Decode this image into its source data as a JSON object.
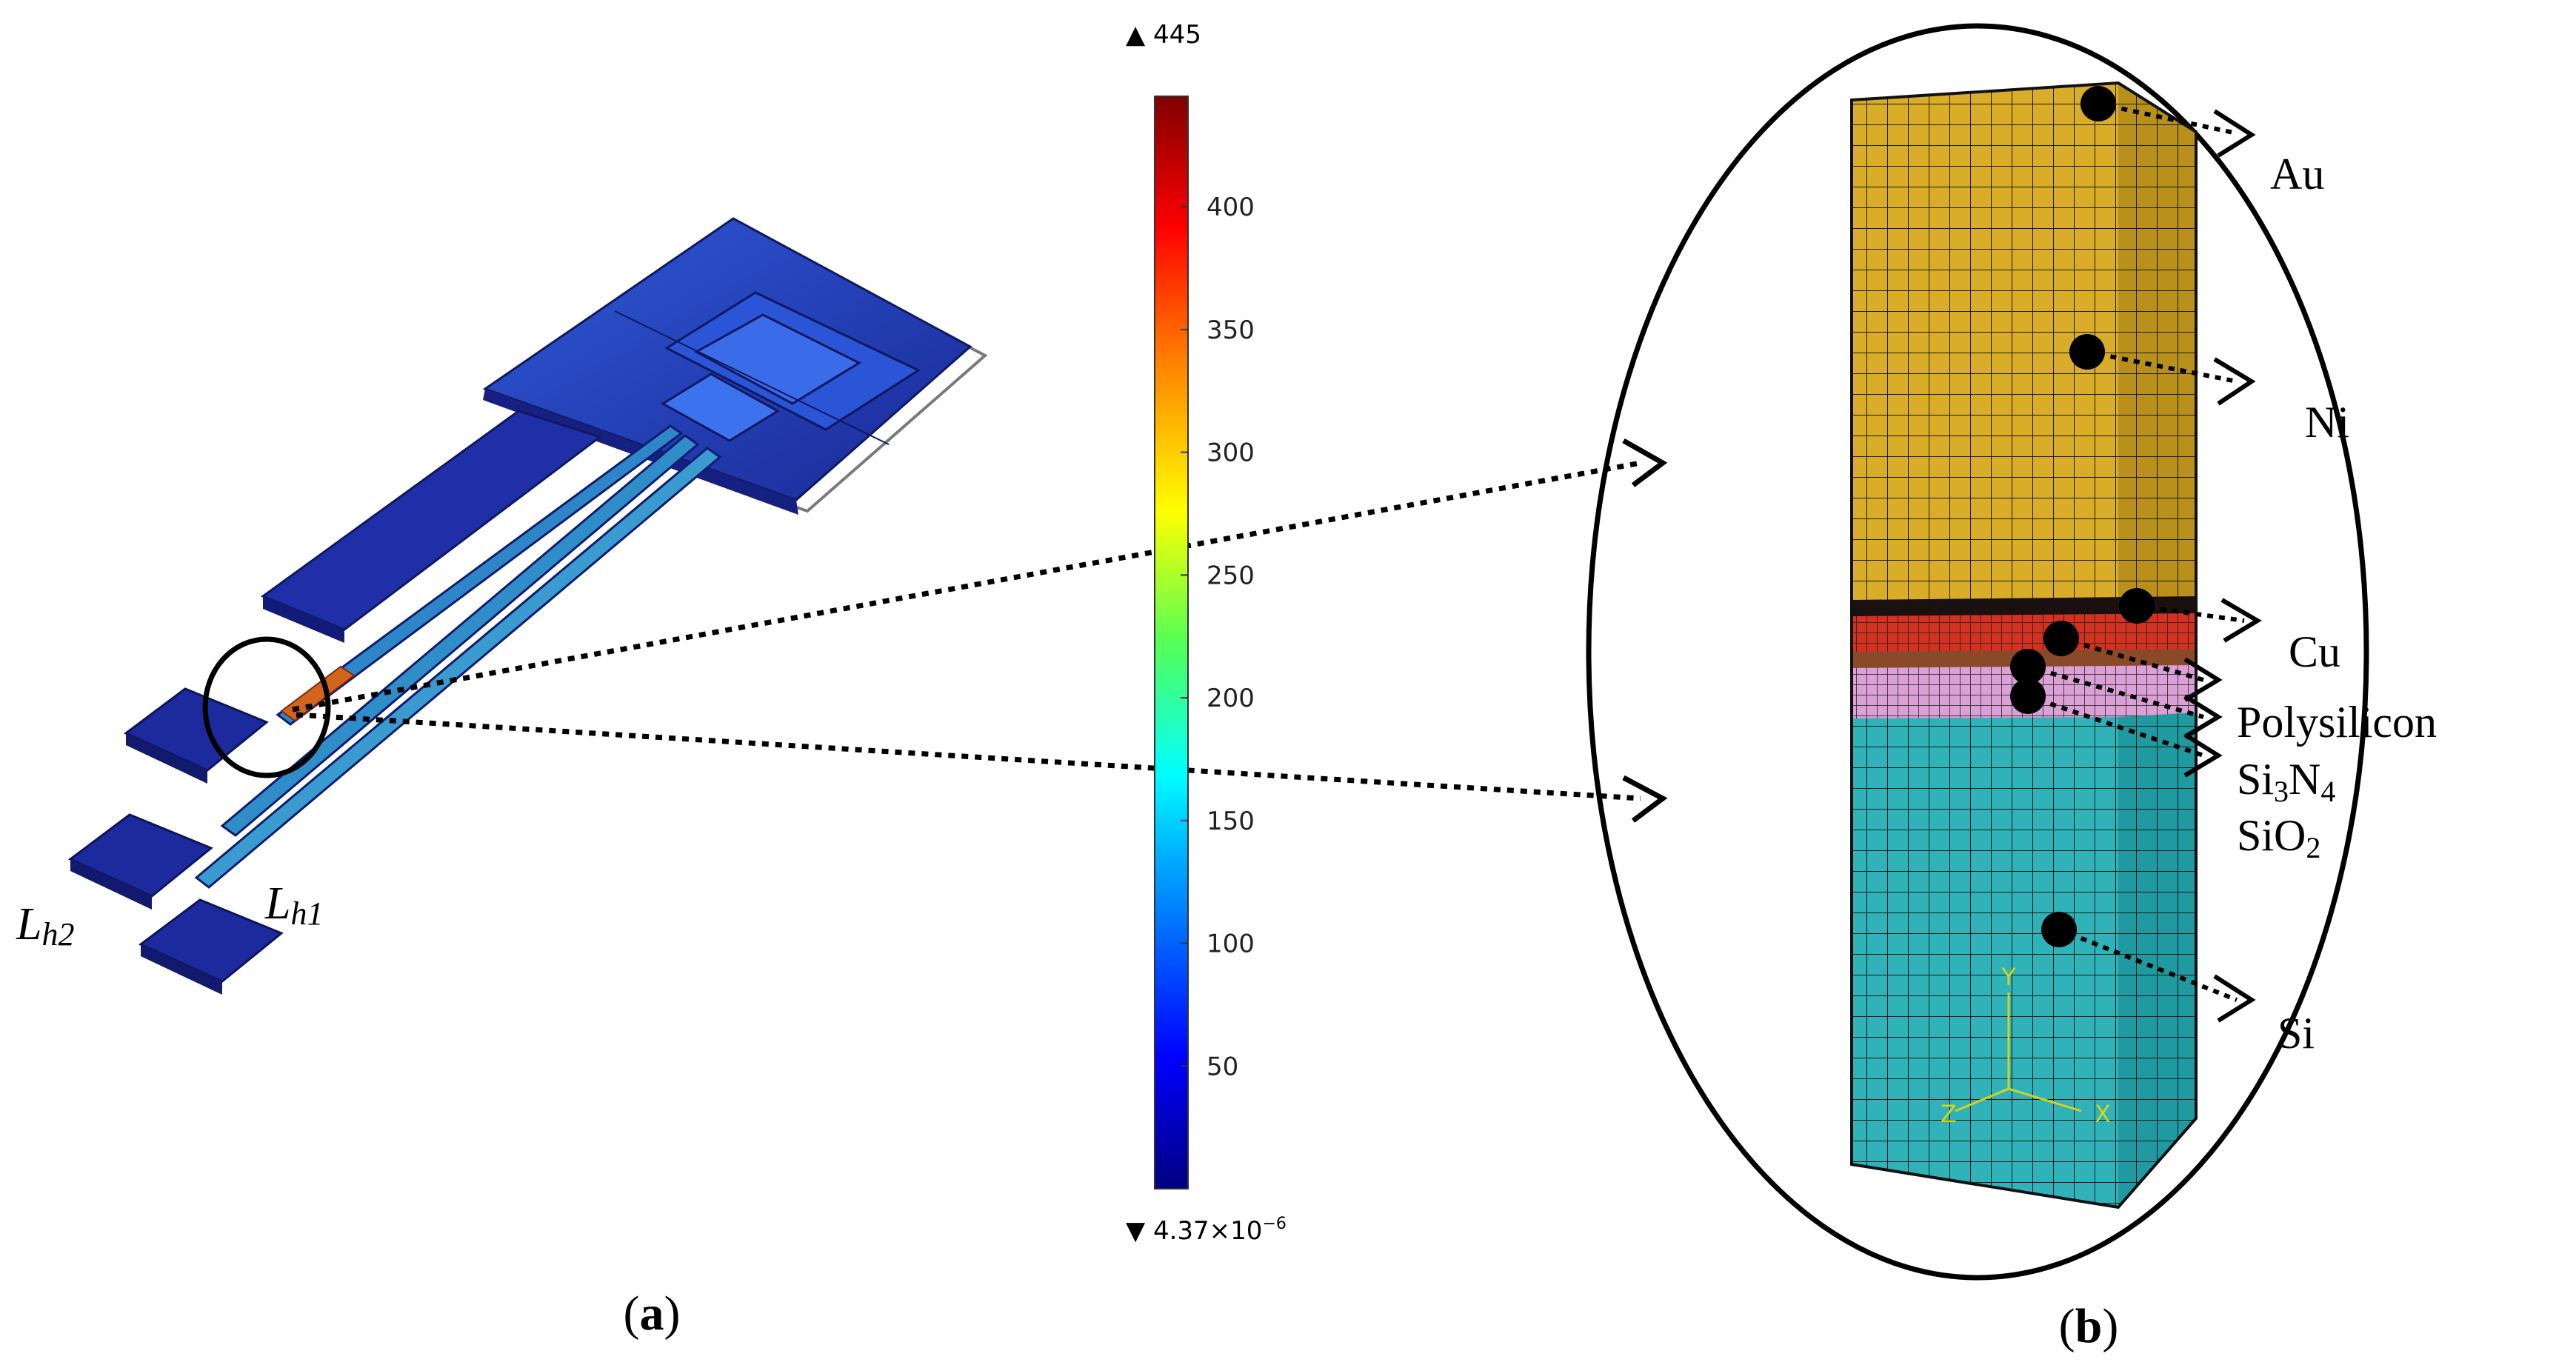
{
  "panel_a": {
    "caption_letter": "a",
    "labels": {
      "lh2_base": "L",
      "lh2_sub": "h2",
      "lh1_base": "L",
      "lh1_sub": "h1"
    },
    "colors": {
      "device_dark": "#1d2a9e",
      "device_mid": "#2b4fd0",
      "hotspot": "#d2641e"
    }
  },
  "colorbar": {
    "max_label": "445",
    "min_label_base": "4.37×10",
    "min_label_exp": "−6",
    "ticks": [
      "400",
      "350",
      "300",
      "250",
      "200",
      "150",
      "100",
      "50"
    ],
    "range": [
      4.37e-06,
      445
    ],
    "colormap": [
      "#000080",
      "#0000ff",
      "#00aaff",
      "#00ffff",
      "#55ff55",
      "#ffff00",
      "#ff8800",
      "#ff0000",
      "#800000"
    ]
  },
  "panel_b": {
    "caption_letter": "b",
    "layers": {
      "au": "Au",
      "ni": "Ni",
      "cu": "Cu",
      "poly": "Polysilicon",
      "si3n4_base": "Si",
      "si3n4_sub1": "3",
      "si3n4_mid": "N",
      "si3n4_sub2": "4",
      "sio2_base": "SiO",
      "sio2_sub": "2",
      "si": "Si"
    },
    "axes": {
      "y": "Y",
      "x": "X",
      "z": "Z"
    },
    "colors": {
      "gold": "#d9ad28",
      "red": "#e0301f",
      "pink": "#dba0d6",
      "cyan": "#2fb3b9"
    }
  }
}
